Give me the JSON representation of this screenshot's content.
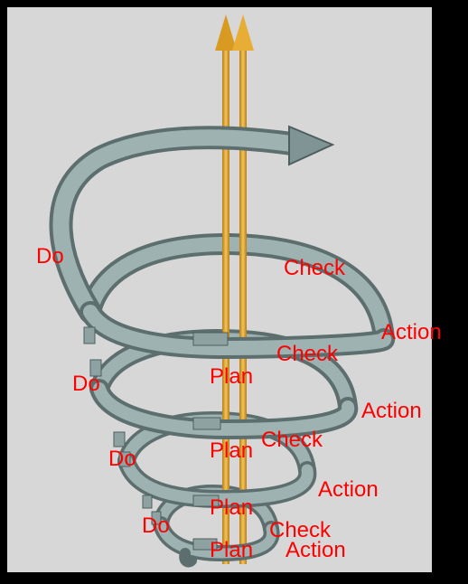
{
  "colors": {
    "background": "#000000",
    "panel": "#d7d7d7",
    "spiral": "#9eb2b2",
    "spiral_shadow": "#5d6e6e",
    "arrow": "#e0a22a",
    "label": "#ff0000"
  },
  "labels": {
    "do_1": "Do",
    "check_1": "Check",
    "action_1": "Action",
    "do_2": "Do",
    "plan_1": "Plan",
    "check_2": "Check",
    "action_2": "Action",
    "do_3": "Do",
    "plan_2": "Plan",
    "check_3": "Check",
    "action_3": "Action",
    "do_4": "Do",
    "plan_3": "Plan",
    "check_4": "Check",
    "plan_4": "Plan",
    "action_4": "Action"
  }
}
